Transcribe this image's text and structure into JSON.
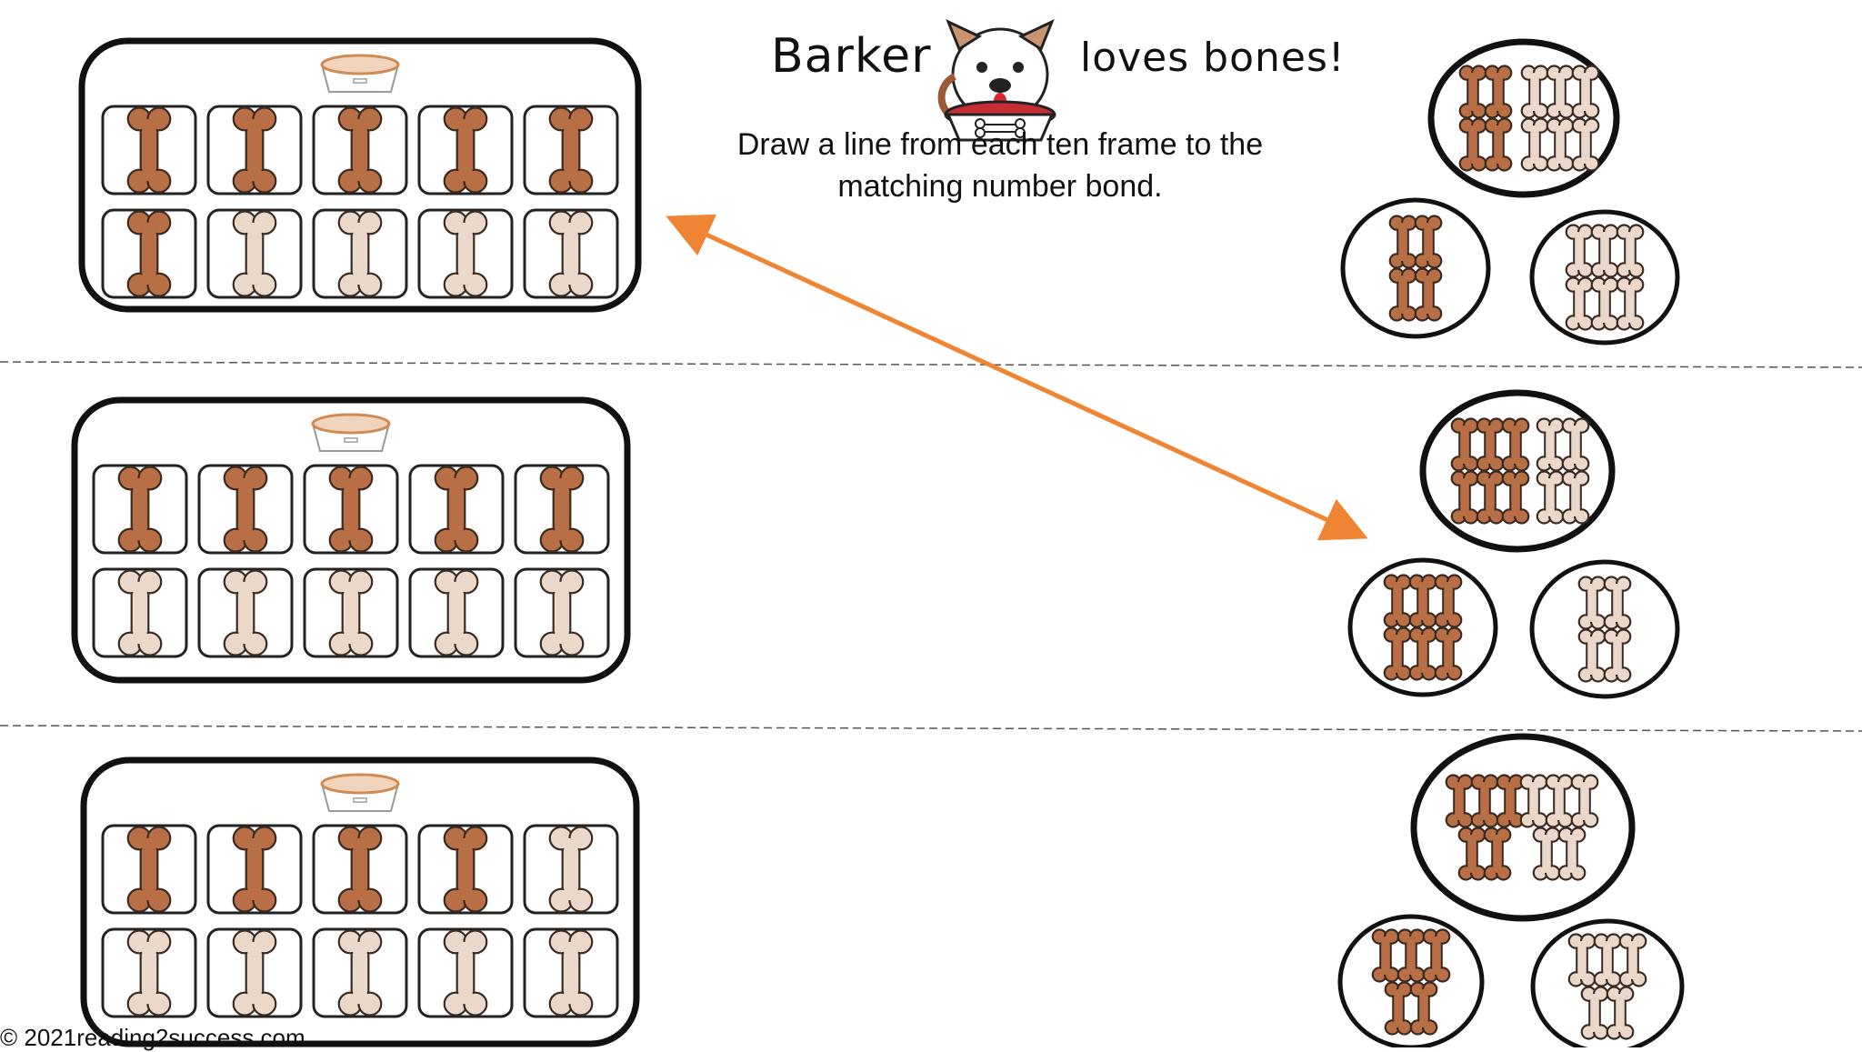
{
  "header": {
    "title_left": "Barker",
    "title_right": "loves bones!",
    "instruction_line1": "Draw a line from each ten frame to the",
    "instruction_line2": "matching number bond.",
    "mascot_icon": "dog-with-bowl-icon"
  },
  "footer": {
    "copyright": "© 2021reading2success.com"
  },
  "colors": {
    "dark_bone": "#b86f45",
    "light_bone": "#ead9cb",
    "arrow": "#ef8433",
    "outline": "#111111",
    "divider": "#555555"
  },
  "ten_frames": [
    {
      "filled": 6
    },
    {
      "filled": 5
    },
    {
      "filled": 4
    }
  ],
  "number_bonds": [
    {
      "whole": {
        "dark": 4,
        "light": 6
      },
      "left_part": {
        "dark": 4,
        "light": 0
      },
      "right_part": {
        "dark": 0,
        "light": 6
      }
    },
    {
      "whole": {
        "dark": 6,
        "light": 4
      },
      "left_part": {
        "dark": 6,
        "light": 0
      },
      "right_part": {
        "dark": 0,
        "light": 4
      }
    },
    {
      "whole": {
        "dark": 5,
        "light": 5
      },
      "left_part": {
        "dark": 5,
        "light": 0
      },
      "right_part": {
        "dark": 0,
        "light": 5
      }
    }
  ]
}
